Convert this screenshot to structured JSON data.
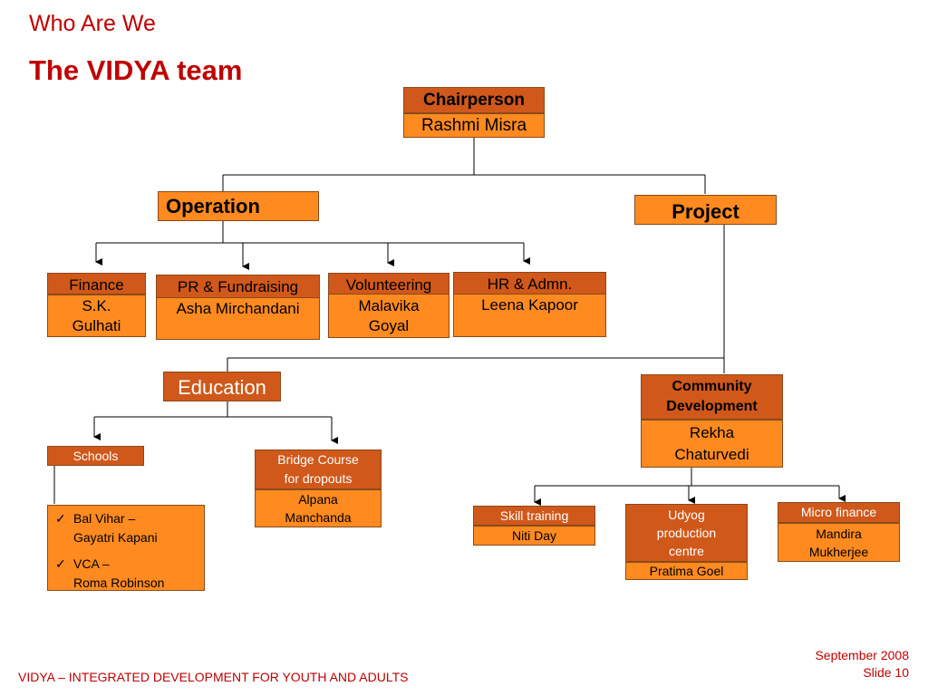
{
  "header": {
    "section": "Who Are We",
    "title": "The VIDYA team"
  },
  "chair": {
    "role": "Chairperson",
    "name": "Rashmi Misra"
  },
  "operation": {
    "label": "Operation"
  },
  "project": {
    "label": "Project"
  },
  "finance": {
    "role": "Finance",
    "name_line1": "S.K.",
    "name_line2": "Gulhati"
  },
  "pr": {
    "role": "PR & Fundraising",
    "name": "Asha Mirchandani"
  },
  "volunteering": {
    "role": "Volunteering",
    "name_line1": "Malavika",
    "name_line2": "Goyal"
  },
  "hr": {
    "role": "HR & Admn.",
    "name": "Leena Kapoor"
  },
  "education": {
    "label": "Education"
  },
  "community": {
    "role_line1": "Community",
    "role_line2": "Development",
    "name_line1": "Rekha",
    "name_line2": "Chaturvedi"
  },
  "schools": {
    "label": "Schools",
    "items": [
      {
        "line1": "Bal Vihar –",
        "line2": "Gayatri Kapani"
      },
      {
        "line1": "VCA –",
        "line2": "Roma Robinson"
      }
    ]
  },
  "bridge": {
    "role_line1": "Bridge Course",
    "role_line2": "for dropouts",
    "name_line1": "Alpana",
    "name_line2": "Manchanda"
  },
  "skill": {
    "role": "Skill training",
    "name": "Niti Day"
  },
  "udyog": {
    "role_line1": "Udyog",
    "role_line2": "production",
    "role_line3": "centre",
    "name": "Pratima Goel"
  },
  "micro": {
    "role": "Micro finance",
    "name_line1": "Mandira",
    "name_line2": "Mukherjee"
  },
  "footer": {
    "org": "VIDYA – INTEGRATED DEVELOPMENT FOR YOUTH AND ADULTS",
    "date": "September 2008",
    "slide": "Slide 10"
  },
  "colors": {
    "title_red": "#c00000",
    "box_orange": "#ff8a1f",
    "box_dark": "#d0581a"
  }
}
